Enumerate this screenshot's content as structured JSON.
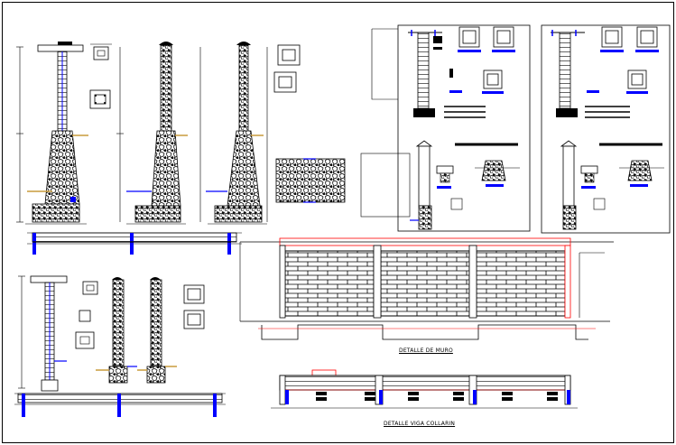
{
  "drawing": {
    "captions": {
      "wall_detail": "DETALLE DE MURO",
      "beam_detail": "DETALLE VIGA COLLARIN"
    },
    "colors": {
      "background": "#ffffff",
      "linework": "#000000",
      "rebar_highlight": "#0000ff",
      "section_cut": "#ff0000",
      "foundation_earth": "#c89b3c",
      "stone_fill": "#1a1a1a"
    },
    "views": [
      "column-elevation-1",
      "column-elevation-2",
      "column-elevation-3",
      "stone-fill-sample",
      "wall-section-detail-1",
      "wall-section-detail-2",
      "foundation-beam-elevation",
      "column-elevation-4",
      "column-elevation-5",
      "column-elevation-6",
      "wall-elevation",
      "collar-beam-elevation"
    ]
  }
}
